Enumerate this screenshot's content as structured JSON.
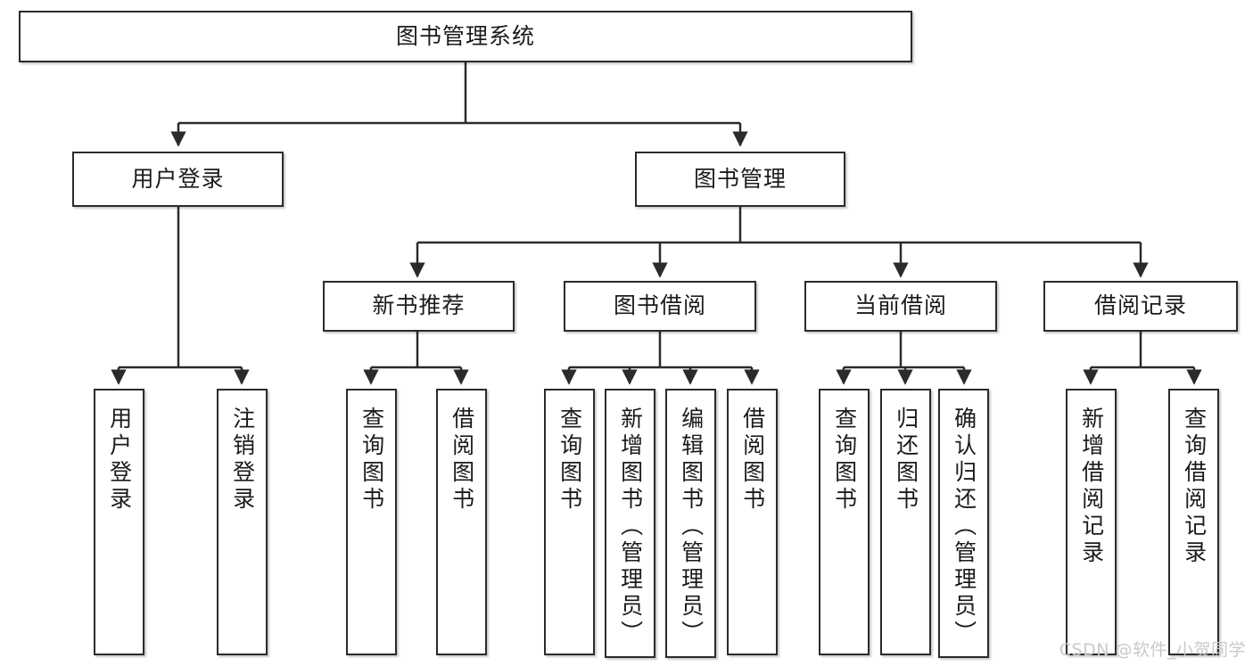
{
  "diagram": {
    "title": "图书管理系统",
    "type": "tree-hierarchy",
    "watermark": "CSDN @软件_小贺同学",
    "colors": {
      "node_border": "#2b2b2b",
      "node_fill": "#ffffff",
      "edge": "#2b2b2b",
      "text": "#1b1b1b",
      "watermark": "#c9c9c9"
    },
    "nodes": {
      "root": {
        "label": "图书管理系统"
      },
      "level2": [
        {
          "label": "用户登录"
        },
        {
          "label": "图书管理"
        }
      ],
      "level3": [
        {
          "label": "新书推荐"
        },
        {
          "label": "图书借阅"
        },
        {
          "label": "当前借阅"
        },
        {
          "label": "借阅记录"
        }
      ],
      "leaves": {
        "user_login": [
          {
            "label": "用户登录"
          },
          {
            "label": "注销登录"
          }
        ],
        "new_book_recommend": [
          {
            "label": "查询图书"
          },
          {
            "label": "借阅图书"
          }
        ],
        "book_borrow": [
          {
            "label": "查询图书"
          },
          {
            "label": "新增图书（管理员）"
          },
          {
            "label": "编辑图书（管理员）"
          },
          {
            "label": "借阅图书"
          }
        ],
        "current_borrow": [
          {
            "label": "查询图书"
          },
          {
            "label": "归还图书"
          },
          {
            "label": "确认归还（管理员）"
          }
        ],
        "borrow_record": [
          {
            "label": "新增借阅记录"
          },
          {
            "label": "查询借阅记录"
          }
        ]
      }
    }
  }
}
